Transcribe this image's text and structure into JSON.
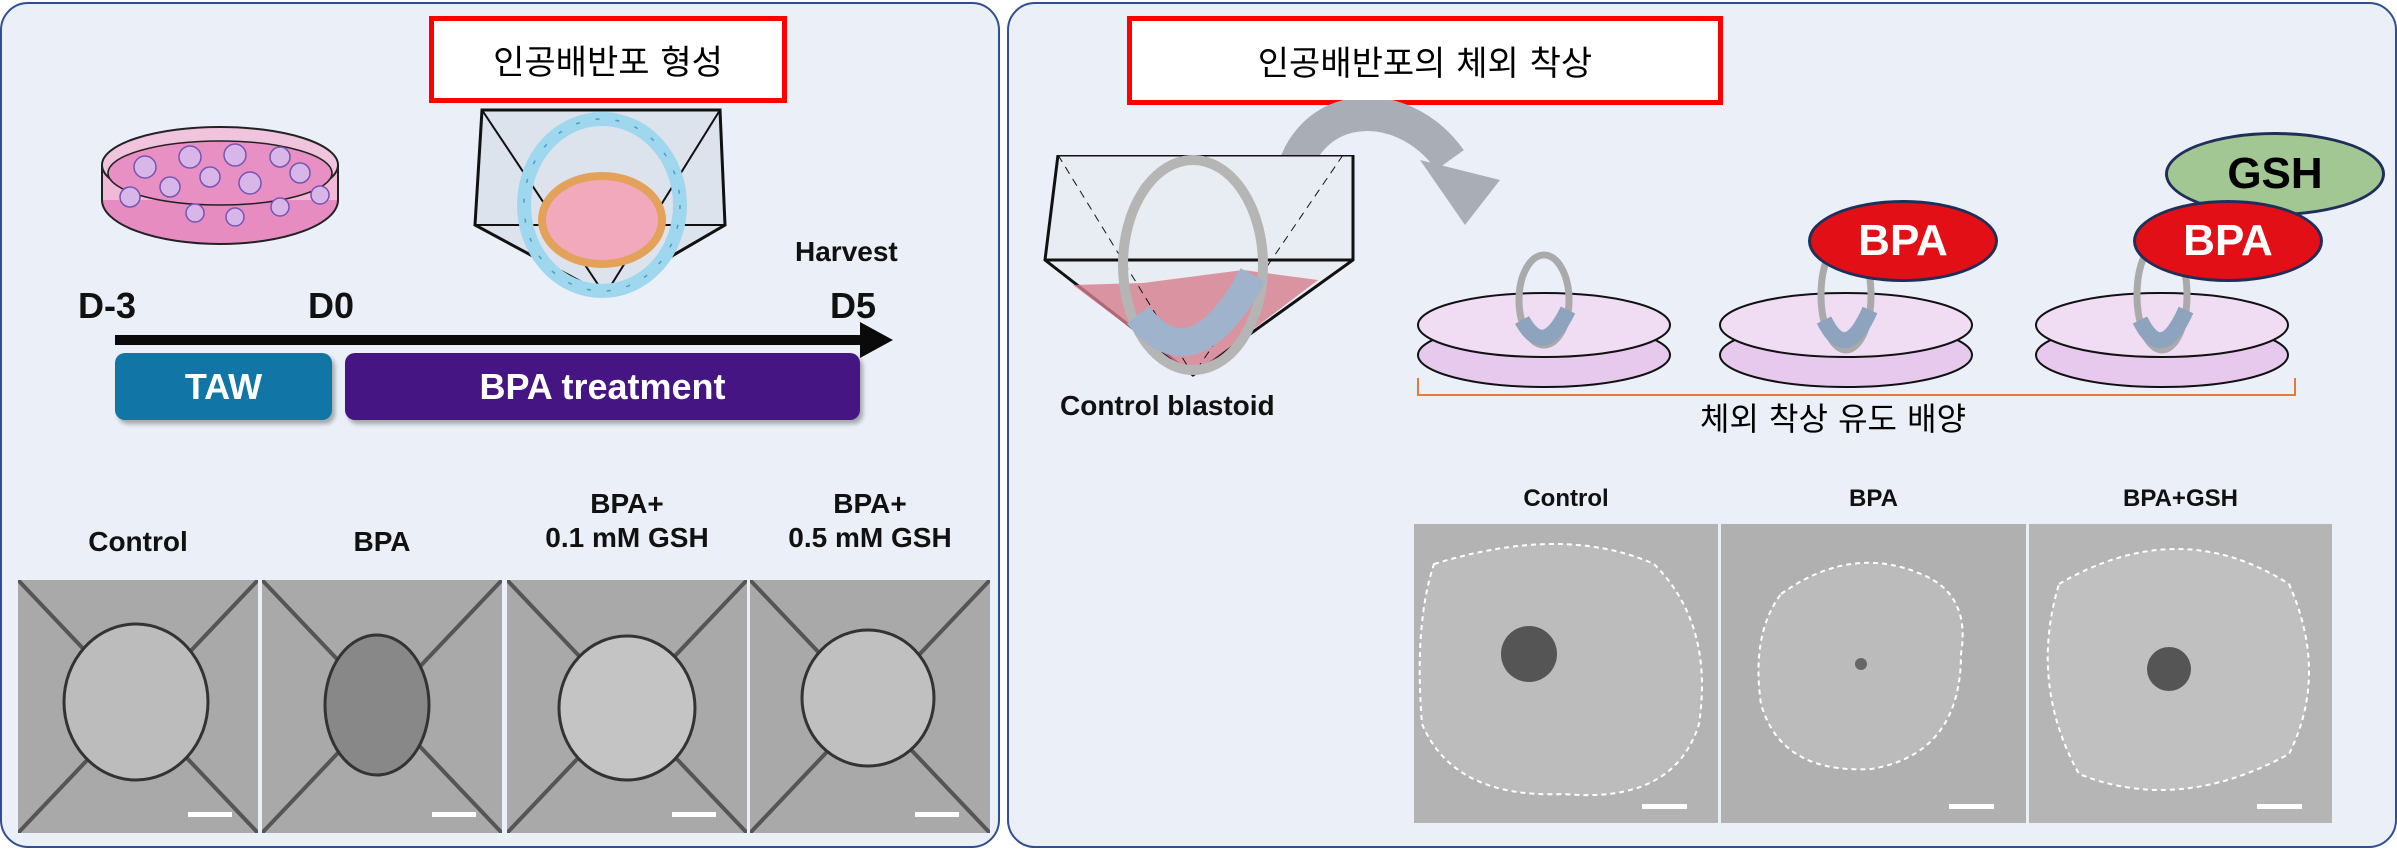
{
  "left_panel": {
    "title": "인공배반포 형성",
    "timeline": {
      "d_minus3": "D-3",
      "d0": "D0",
      "d5": "D5",
      "harvest": "Harvest",
      "taw": "TAW",
      "bpa_treatment": "BPA treatment"
    },
    "labels": [
      {
        "line1": "Control",
        "line2": ""
      },
      {
        "line1": "BPA",
        "line2": ""
      },
      {
        "line1": "BPA+",
        "line2": "0.1 mM GSH"
      },
      {
        "line1": "BPA+",
        "line2": "0.5 mM GSH"
      }
    ]
  },
  "right_panel": {
    "title": "인공배반포의 체외 착상",
    "control_blastoid": "Control blastoid",
    "bpa1": "BPA",
    "bpa2": "BPA",
    "gsh": "GSH",
    "culture_label": "체외 착상 유도 배양",
    "labels": [
      "Control",
      "BPA",
      "BPA+GSH"
    ]
  },
  "colors": {
    "taw": "#1175a6",
    "bpa_bar": "#451583",
    "bpa_circle": "#e30f16",
    "gsh_circle": "#a2c792",
    "title_border": "#ff0000",
    "brace": "#e07b39"
  }
}
